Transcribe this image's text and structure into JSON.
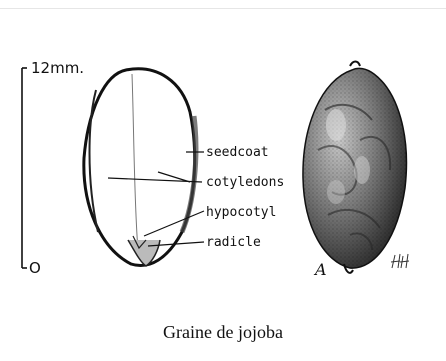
{
  "scale": {
    "top_label": "12mm.",
    "bottom_label": "O"
  },
  "labels": {
    "seedcoat": "seedcoat",
    "cotyledons": "cotyledons",
    "hypocotyl": "hypocotyl",
    "radicle": "radicle"
  },
  "seed_view_letter": "A",
  "caption": "Graine de jojoba"
}
